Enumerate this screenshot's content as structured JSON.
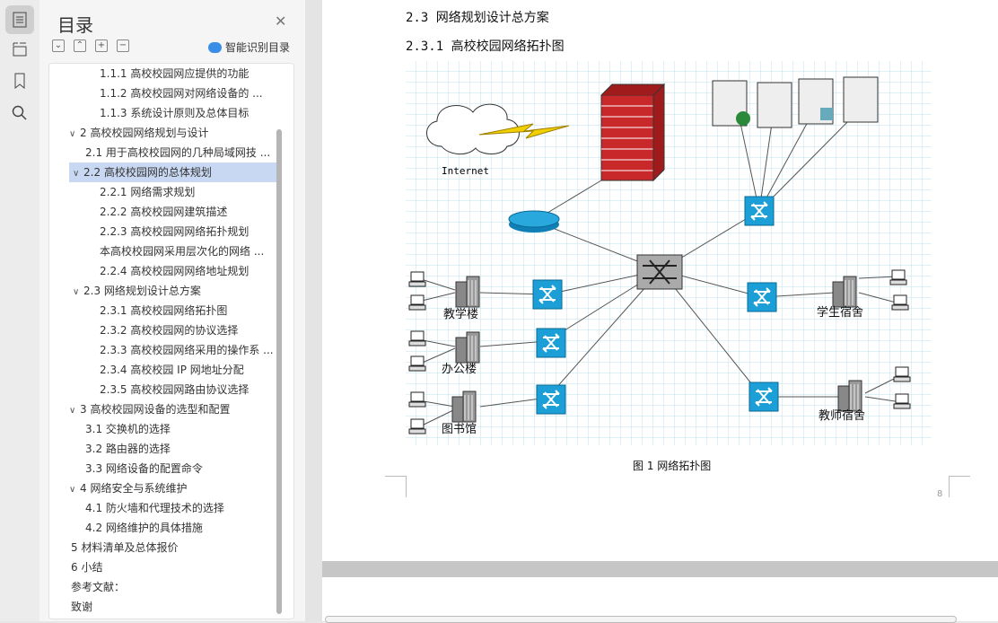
{
  "sidebar": {
    "title": "目录",
    "smart_toc": "智能识别目录",
    "items": [
      {
        "label": "1.1.1  高校校园网应提供的功能",
        "level": 3
      },
      {
        "label": "1.1.2  高校校园网对网络设备的 ...",
        "level": 3
      },
      {
        "label": "1.1.3  系统设计原则及总体目标",
        "level": 3
      },
      {
        "label": "2  高校校园网络规划与设计",
        "level": 1,
        "chev": "∨"
      },
      {
        "label": "2.1  用于高校校园网的几种局域网技 ...",
        "level": 2
      },
      {
        "label": "2.2  高校校园网的总体规划",
        "level": 2,
        "chev": "∨",
        "selected": true
      },
      {
        "label": "2.2.1  网络需求规划",
        "level": 3
      },
      {
        "label": "2.2.2  高校校园网建筑描述",
        "level": 3
      },
      {
        "label": "2.2.3  高校校园网网络拓扑规划",
        "level": 3
      },
      {
        "label": "本高校校园网采用层次化的网络 ...",
        "level": 3
      },
      {
        "label": "2.2.4  高校校园网网络地址规划",
        "level": 3
      },
      {
        "label": "2.3  网络规划设计总方案",
        "level": 2,
        "chev": "∨"
      },
      {
        "label": "2.3.1  高校校园网络拓扑图",
        "level": 3
      },
      {
        "label": "2.3.2  高校校园网的协议选择",
        "level": 3
      },
      {
        "label": "2.3.3 高校校园网络采用的操作系 ...",
        "level": 3
      },
      {
        "label": "2.3.4  高校校园 IP 网地址分配",
        "level": 3
      },
      {
        "label": "2.3.5  高校校园网路由协议选择",
        "level": 3
      },
      {
        "label": "3  高校校园网设备的选型和配置",
        "level": 1,
        "chev": "∨"
      },
      {
        "label": "3.1  交换机的选择",
        "level": 2
      },
      {
        "label": "3.2  路由器的选择",
        "level": 2
      },
      {
        "label": "3.3  网络设备的配置命令",
        "level": 2
      },
      {
        "label": "4  网络安全与系统维护",
        "level": 1,
        "chev": "∨"
      },
      {
        "label": "4.1  防火墙和代理技术的选择",
        "level": 2
      },
      {
        "label": "4.2  网络维护的具体措施",
        "level": 2
      },
      {
        "label": "5  材料清单及总体报价",
        "level": 1
      },
      {
        "label": "6  小结",
        "level": 1
      },
      {
        "label": "参考文献：",
        "level": 1
      },
      {
        "label": "致谢",
        "level": 1
      }
    ]
  },
  "document": {
    "heading1": "2.3 网络规划设计总方案",
    "heading2": "2.3.1 高校校园网络拓扑图",
    "caption": "图 1  网络拓扑图",
    "page_number": "8",
    "diagram": {
      "internet": "Internet",
      "buildings": [
        "教学楼",
        "办公楼",
        "图书馆",
        "学生宿舍",
        "教师宿舍"
      ]
    }
  }
}
